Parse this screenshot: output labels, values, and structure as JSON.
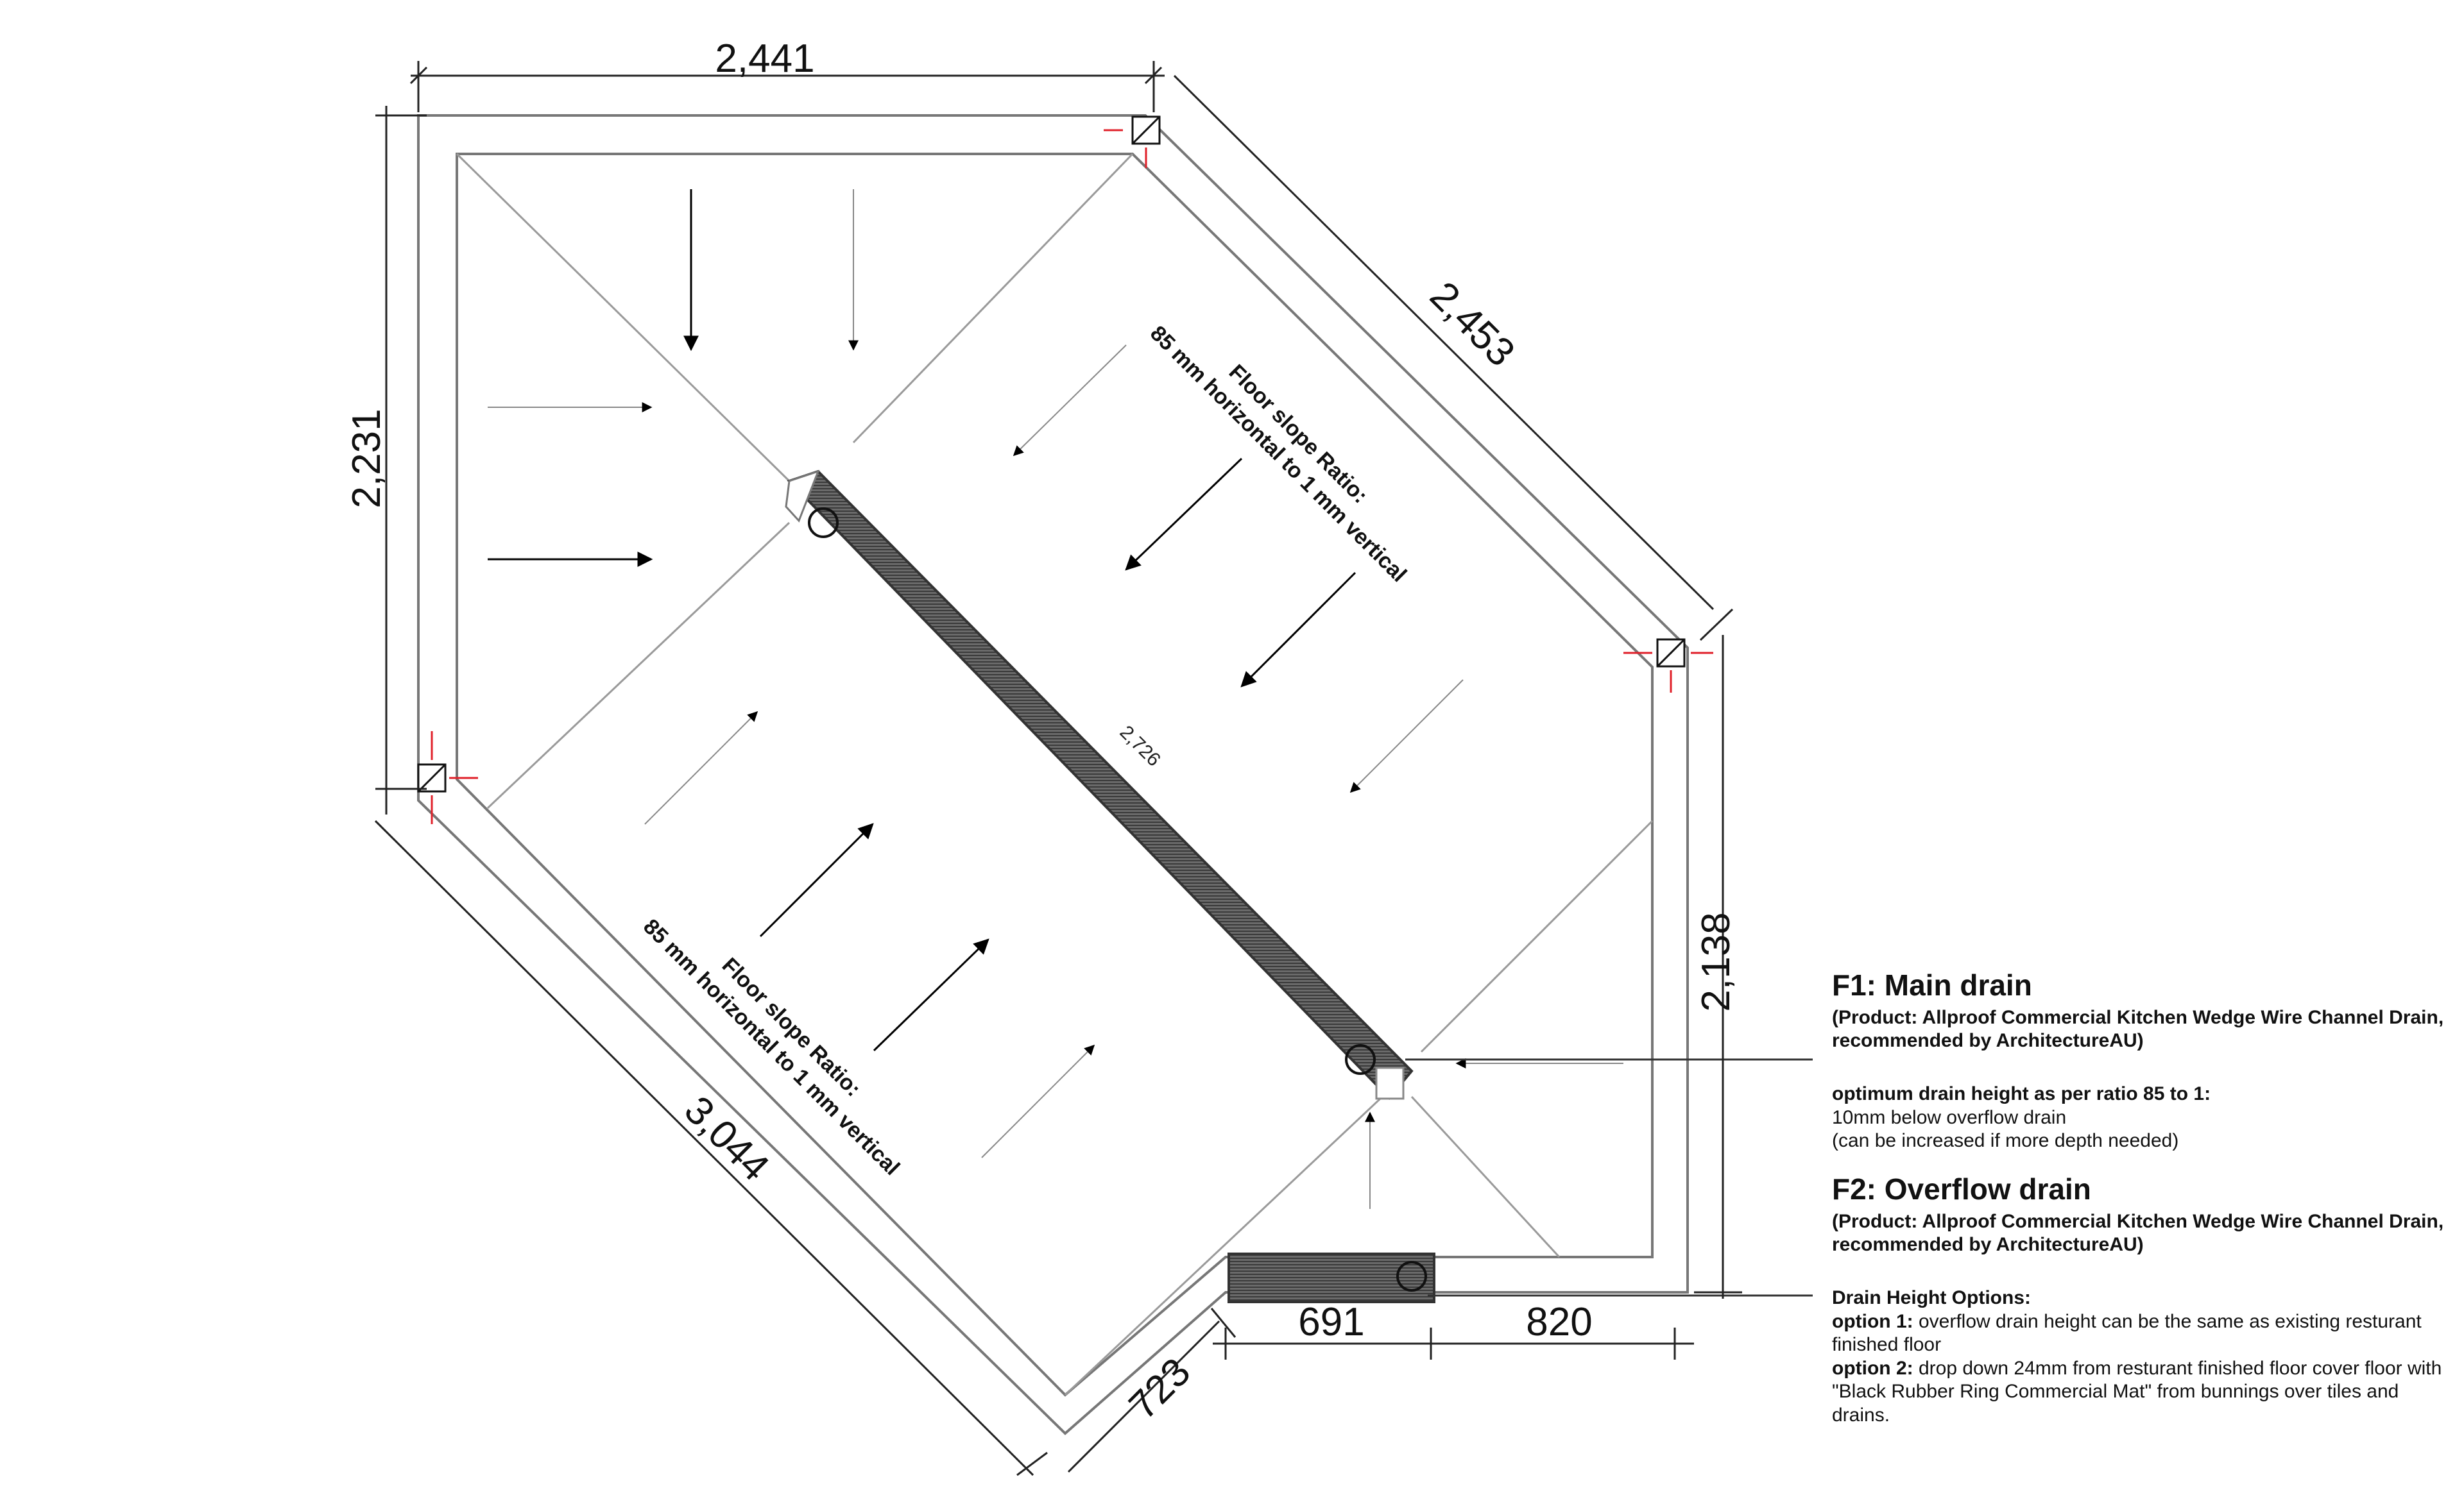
{
  "dimensions": {
    "top": "2,441",
    "left": "2,231",
    "upper_right": "2,453",
    "right": "2,138",
    "lower_left": "3,044",
    "channel": "2,726",
    "bottom_1": "691",
    "bottom_2": "820",
    "bottom_3": "723"
  },
  "slope_labels": {
    "upper": {
      "line1": "Floor slope Ratio:",
      "line2": "85 mm horizontal to 1 mm vertical"
    },
    "lower": {
      "line1": "Floor slope Ratio:",
      "line2": "85 mm horizontal to 1 mm vertical"
    }
  },
  "notes": {
    "f1": {
      "title": "F1: Main drain",
      "product": "(Product: Allproof Commercial Kitchen Wedge Wire Channel Drain, recommended by ArchitectureAU)",
      "height_heading": "optimum drain height as per ratio 85 to 1:",
      "height_line1": "10mm below overflow drain",
      "height_line2": "(can be increased if more depth needed)"
    },
    "f2": {
      "title": "F2: Overflow drain",
      "product": "(Product: Allproof Commercial Kitchen Wedge Wire Channel Drain, recommended by ArchitectureAU)",
      "options_heading": "Drain Height  Options:",
      "option1_label": "option 1:",
      "option1_text": " overflow drain height can be the same as existing resturant finished floor",
      "option2_label": "option 2:",
      "option2_text": " drop down 24mm from resturant finished floor cover floor with \"Black Rubber Ring Commercial Mat\" from bunnings over tiles and drains."
    }
  },
  "colors": {
    "line": "#555555",
    "dimension": "#222222",
    "drain_fill": "#5a5a5a",
    "marker_red": "#e0202a"
  }
}
